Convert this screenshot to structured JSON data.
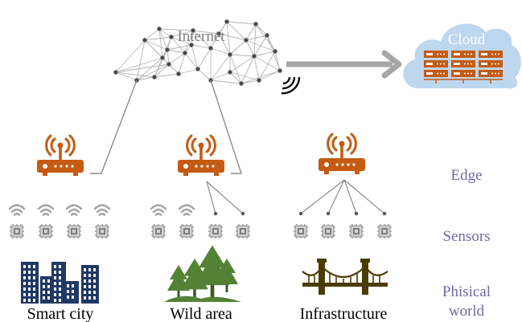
{
  "diagram": {
    "labels": {
      "internet": "Internet",
      "cloud": "Cloud",
      "edge": "Edge",
      "sensors": "Sensors",
      "physical_line1": "Phisical",
      "physical_line2": "world",
      "smart_city": "Smart city",
      "wild_area": "Wild area",
      "infrastructure": "Infrastructure"
    },
    "colors": {
      "router": "#c55a11",
      "tier_label": "#6b6bab",
      "network_line": "#b5b5b5",
      "connector": "#8c8c8c",
      "arrow": "#a6a6a6",
      "cloud_fill": "#bdd7ee",
      "server": "#c55a11",
      "city": "#1f3864",
      "trees": "#548235",
      "bridge": "#4a3b00"
    },
    "icons": [
      "network-mesh",
      "wireless-signal-icon",
      "cloud-icon",
      "server-rack-icon",
      "router-icon",
      "wifi-icon",
      "chip-icon",
      "city-skyline-icon",
      "trees-icon",
      "bridge-icon"
    ]
  }
}
